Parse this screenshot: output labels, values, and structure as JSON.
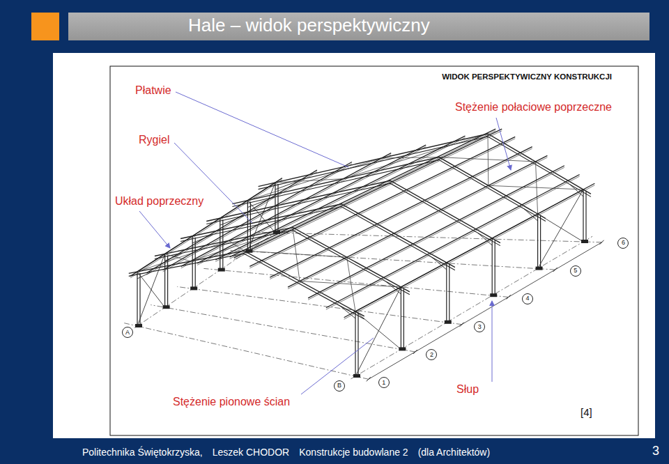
{
  "diagram": {
    "title": "Hale – widok perspektywiczny",
    "nodes": [
      {
        "text": [
          "6"
        ]
      },
      {
        "text": [
          "5"
        ]
      },
      {
        "text": [
          "4"
        ]
      },
      {
        "text": [
          "3"
        ]
      },
      {
        "text": [
          "A"
        ]
      },
      {
        "text": [
          "2"
        ]
      },
      {
        "text": [
          "1"
        ]
      },
      {
        "text": [
          "B"
        ]
      }
    ],
    "labels": [
      "WIDOK PERSPEKTYWICZNY KONSTRUKCJI",
      "Płatwie",
      "Stężenie połaciowe poprzeczne",
      "Rygiel",
      "Układ poprzeczny",
      "Stężenie pionowe ścian",
      "Słup",
      "[4]",
      "Politechnika Świętokrzyska,",
      "Leszek CHODOR",
      "Konstrukcje budowlane 2",
      "(dla Architektów)",
      "3"
    ]
  }
}
